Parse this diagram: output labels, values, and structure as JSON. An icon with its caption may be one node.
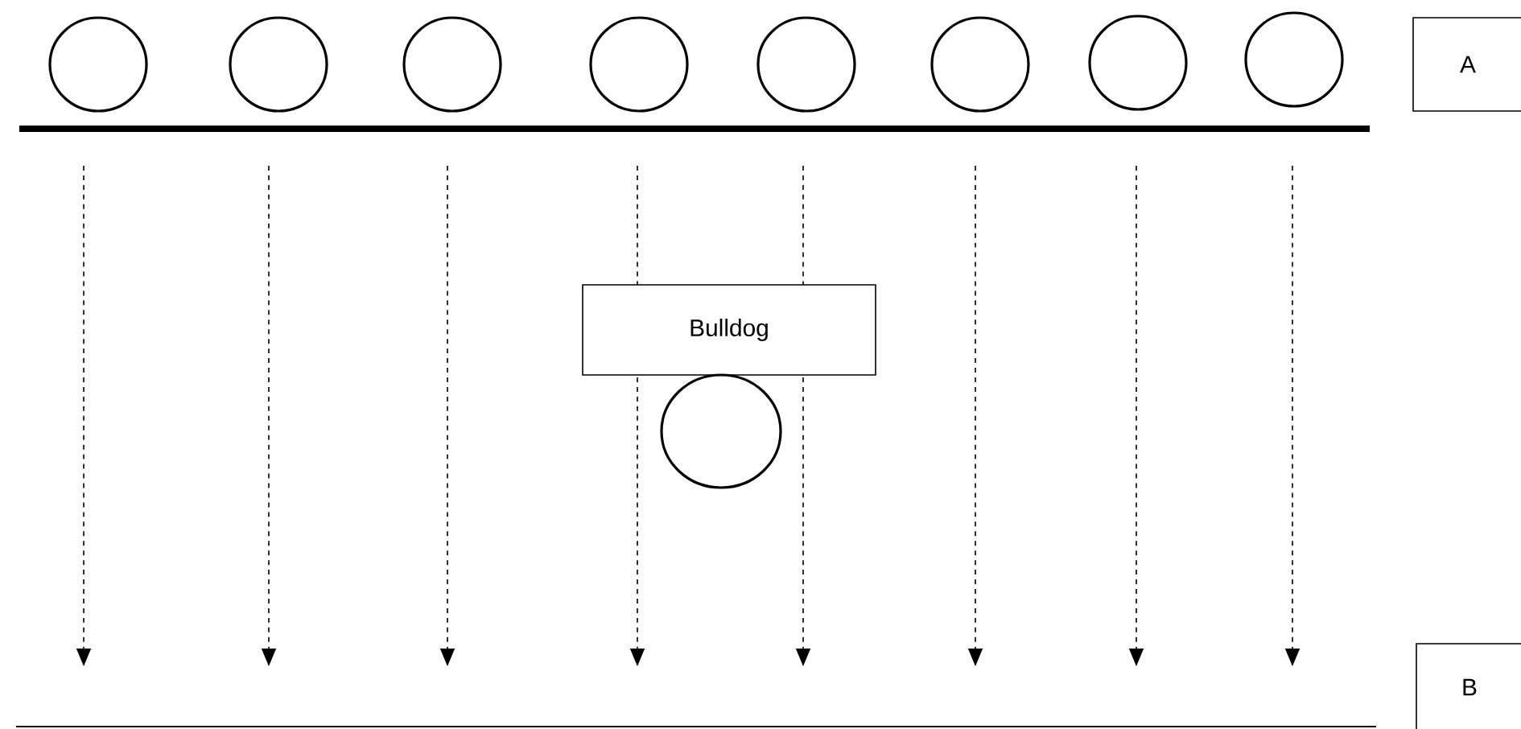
{
  "diagram": {
    "nodes": [
      {
        "text": [],
        "shape": "circle"
      },
      {
        "text": [],
        "shape": "circle"
      },
      {
        "text": [],
        "shape": "circle"
      },
      {
        "text": [],
        "shape": "circle"
      },
      {
        "text": [],
        "shape": "circle"
      },
      {
        "text": [],
        "shape": "circle"
      },
      {
        "text": [],
        "shape": "circle"
      },
      {
        "text": [],
        "shape": "circle"
      },
      {
        "text": [
          "A"
        ]
      },
      {
        "text": [
          "Bulldog"
        ]
      },
      {
        "text": [],
        "shape": "circle"
      },
      {
        "text": [
          "B"
        ]
      }
    ]
  }
}
